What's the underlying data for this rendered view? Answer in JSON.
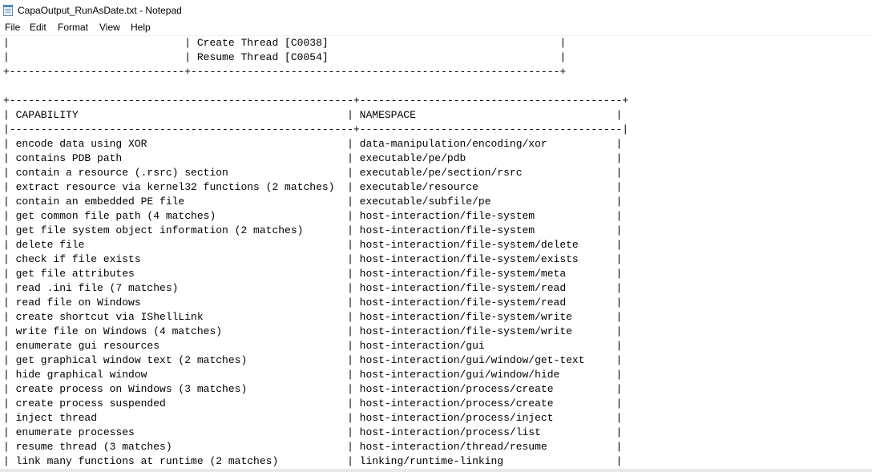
{
  "window": {
    "title": "CapaOutput_RunAsDate.txt - Notepad"
  },
  "icons": {
    "app": "notepad-icon"
  },
  "menu": [
    {
      "label": "File"
    },
    {
      "label": "Edit"
    },
    {
      "label": "Format"
    },
    {
      "label": "View"
    },
    {
      "label": "Help"
    }
  ],
  "document": {
    "lines": [
      "|                            | Create Thread [C0038]                                     |",
      "|                            | Resume Thread [C0054]                                     |",
      "+----------------------------+-----------------------------------------------------------+",
      "",
      "+-------------------------------------------------------+------------------------------------------+",
      "| CAPABILITY                                           | NAMESPACE                                |",
      "|-------------------------------------------------------+------------------------------------------|",
      "| encode data using XOR                                | data-manipulation/encoding/xor           |",
      "| contains PDB path                                    | executable/pe/pdb                        |",
      "| contain a resource (.rsrc) section                   | executable/pe/section/rsrc               |",
      "| extract resource via kernel32 functions (2 matches)  | executable/resource                      |",
      "| contain an embedded PE file                          | executable/subfile/pe                    |",
      "| get common file path (4 matches)                     | host-interaction/file-system             |",
      "| get file system object information (2 matches)       | host-interaction/file-system             |",
      "| delete file                                          | host-interaction/file-system/delete      |",
      "| check if file exists                                 | host-interaction/file-system/exists      |",
      "| get file attributes                                  | host-interaction/file-system/meta        |",
      "| read .ini file (7 matches)                           | host-interaction/file-system/read        |",
      "| read file on Windows                                 | host-interaction/file-system/read        |",
      "| create shortcut via IShellLink                       | host-interaction/file-system/write       |",
      "| write file on Windows (4 matches)                    | host-interaction/file-system/write       |",
      "| enumerate gui resources                              | host-interaction/gui                     |",
      "| get graphical window text (2 matches)                | host-interaction/gui/window/get-text     |",
      "| hide graphical window                                | host-interaction/gui/window/hide         |",
      "| create process on Windows (3 matches)                | host-interaction/process/create          |",
      "| create process suspended                             | host-interaction/process/create          |",
      "| inject thread                                        | host-interaction/process/inject          |",
      "| enumerate processes                                  | host-interaction/process/list            |",
      "| resume thread (3 matches)                            | host-interaction/thread/resume           |",
      "| link many functions at runtime (2 matches)           | linking/runtime-linking                  |"
    ]
  }
}
